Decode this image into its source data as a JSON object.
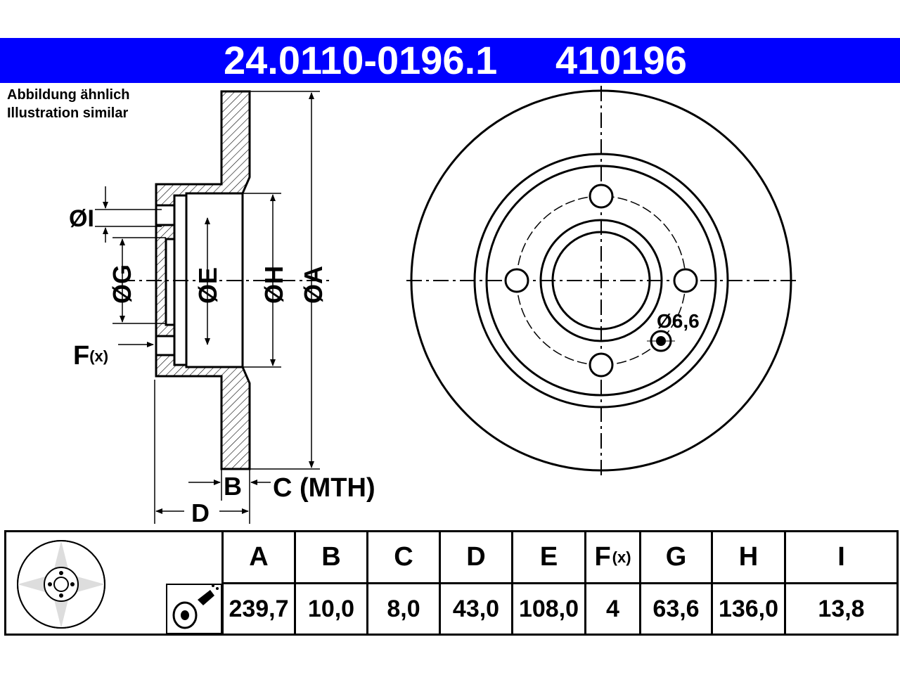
{
  "header": {
    "part_number": "24.0110-0196.1",
    "ref_number": "410196",
    "bg_color": "#0000ff"
  },
  "note": {
    "line_de": "Abbildung ähnlich",
    "line_en": "Illustration similar"
  },
  "drawing": {
    "labels": {
      "dia_i": "ØI",
      "dia_g": "ØG",
      "dia_e": "ØE",
      "dia_h": "ØH",
      "dia_a": "ØA",
      "f": "F",
      "f_sub": "(x)",
      "b": "B",
      "c_mth": "C (MTH)",
      "d": "D",
      "hole_dia": "Ø6,6"
    }
  },
  "table": {
    "headers": [
      "A",
      "B",
      "C",
      "D",
      "E",
      "F",
      "G",
      "H",
      "I"
    ],
    "f_sub": "(x)",
    "values": [
      "239,7",
      "10,0",
      "8,0",
      "43,0",
      "108,0",
      "4",
      "63,6",
      "136,0",
      "13,8"
    ]
  }
}
